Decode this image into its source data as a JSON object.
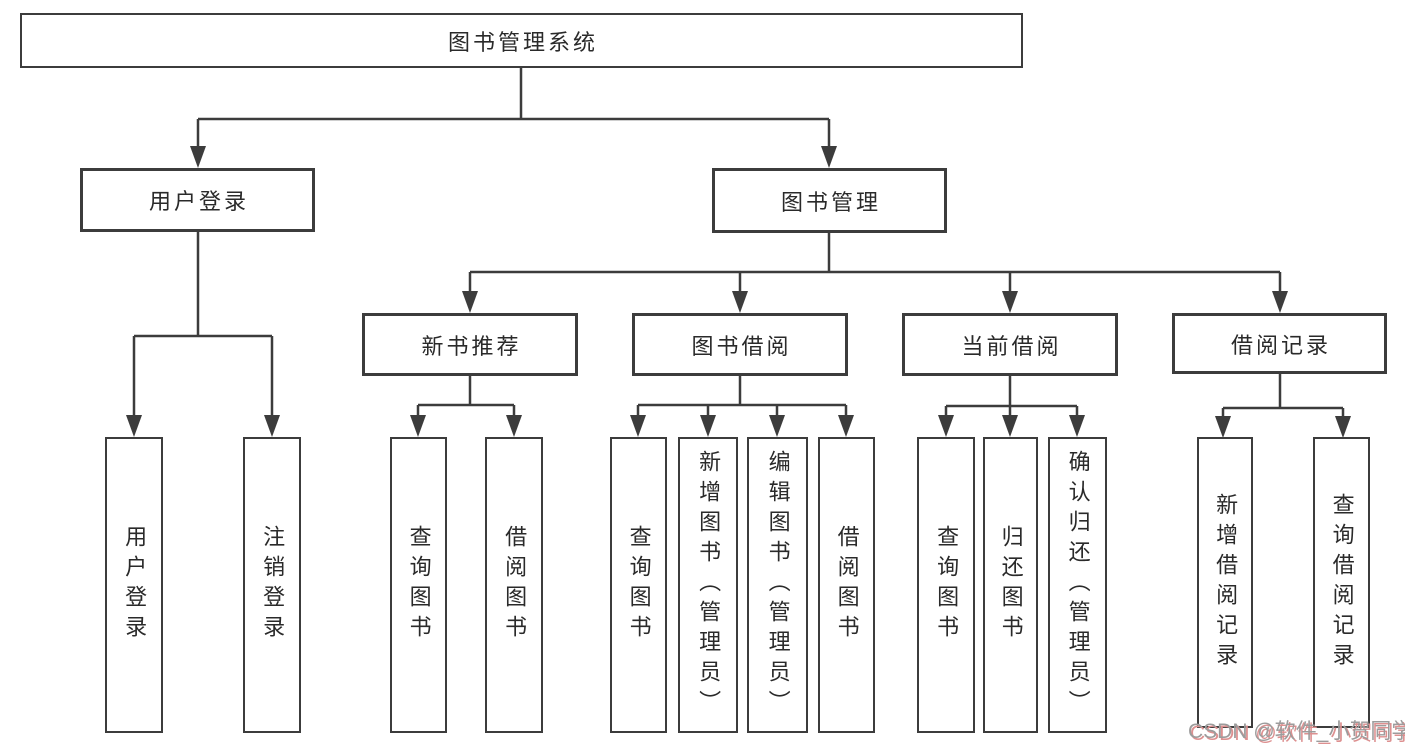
{
  "diagram": {
    "root": {
      "label": "图书管理系统"
    },
    "level2": {
      "user_login": {
        "label": "用户登录"
      },
      "book_management": {
        "label": "图书管理"
      }
    },
    "level3": {
      "new_book_recommend": {
        "label": "新书推荐"
      },
      "book_borrow": {
        "label": "图书借阅"
      },
      "current_borrow": {
        "label": "当前借阅"
      },
      "borrow_records": {
        "label": "借阅记录"
      }
    },
    "leaves": {
      "user_login": {
        "label": "用户登录"
      },
      "logout": {
        "label": "注销登录"
      },
      "query_book_recommend": {
        "label": "查询图书"
      },
      "borrow_book_recommend": {
        "label": "借阅图书"
      },
      "query_book_borrow": {
        "label": "查询图书"
      },
      "add_book_admin": {
        "label": "新增图书（管理员）"
      },
      "edit_book_admin": {
        "label": "编辑图书（管理员）"
      },
      "borrow_book_borrow": {
        "label": "借阅图书"
      },
      "query_book_current": {
        "label": "查询图书"
      },
      "return_book": {
        "label": "归还图书"
      },
      "confirm_return_admin": {
        "label": "确认归还（管理员）"
      },
      "add_borrow_record": {
        "label": "新增借阅记录"
      },
      "query_borrow_record": {
        "label": "查询借阅记录"
      }
    }
  },
  "watermark": {
    "text": "CSDN @软件_小贺同学"
  },
  "colors": {
    "line": "#3c3c3c",
    "text": "#2a2a2a",
    "background": "#ffffff",
    "watermark_gray": "#9c9c9c",
    "watermark_red_shadow": "#dd9090"
  }
}
